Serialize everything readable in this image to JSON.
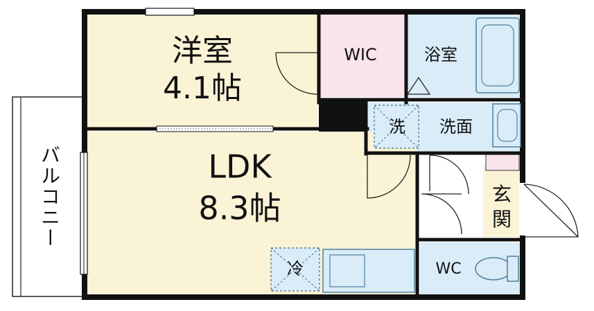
{
  "rooms": {
    "western_room": {
      "name": "洋室",
      "size": "4.1帖"
    },
    "ldk": {
      "name": "LDK",
      "size": "8.3帖"
    },
    "wic": {
      "name": "WIC"
    },
    "bathroom": {
      "name": "浴室"
    },
    "washroom": {
      "name": "洗面"
    },
    "entrance": {
      "line1": "玄",
      "line2": "関"
    },
    "toilet": {
      "name": "WC"
    },
    "balcony": {
      "name": "バルコニー"
    }
  },
  "fixtures": {
    "washing_machine": "洗",
    "refrigerator": "冷"
  },
  "colors": {
    "room_floor": "#faf3d6",
    "wic_floor": "#f9e3ec",
    "wet_area_floor": "#d9ecf8",
    "wall": "#111111",
    "fixture_line": "#4f7f9c",
    "marker_line": "#3a6b84"
  }
}
